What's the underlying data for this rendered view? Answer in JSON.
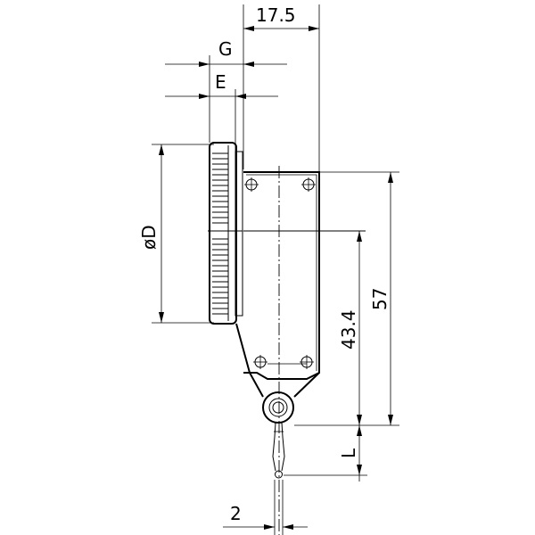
{
  "dimensions": {
    "width_top": "17.5",
    "g": "G",
    "e": "E",
    "diameter": "øD",
    "height_total": "57",
    "height_partial": "43.4",
    "stylus_length": "L",
    "tip_offset": "2"
  }
}
